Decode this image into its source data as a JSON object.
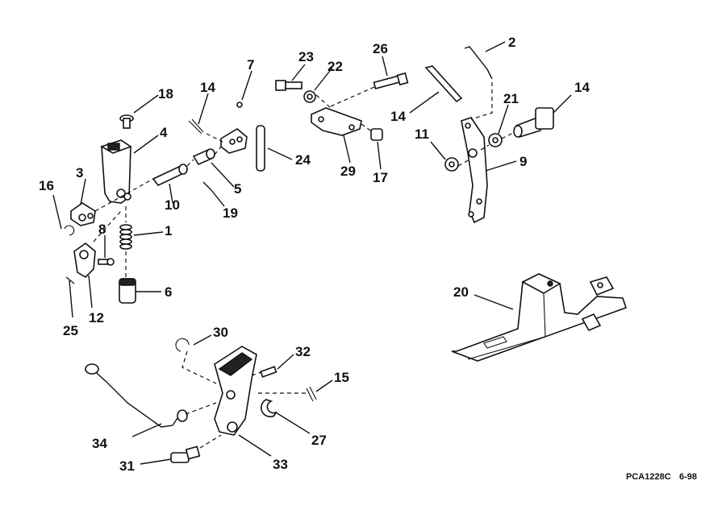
{
  "diagram": {
    "code": "PCA1228C",
    "date": "6-98",
    "callouts": [
      "1",
      "2",
      "3",
      "4",
      "5",
      "6",
      "7",
      "8",
      "9",
      "10",
      "11",
      "12",
      "14",
      "14",
      "14",
      "14",
      "15",
      "16",
      "17",
      "18",
      "19",
      "20",
      "21",
      "22",
      "23",
      "24",
      "25",
      "26",
      "27",
      "29",
      "30",
      "31",
      "32",
      "33",
      "34"
    ]
  }
}
